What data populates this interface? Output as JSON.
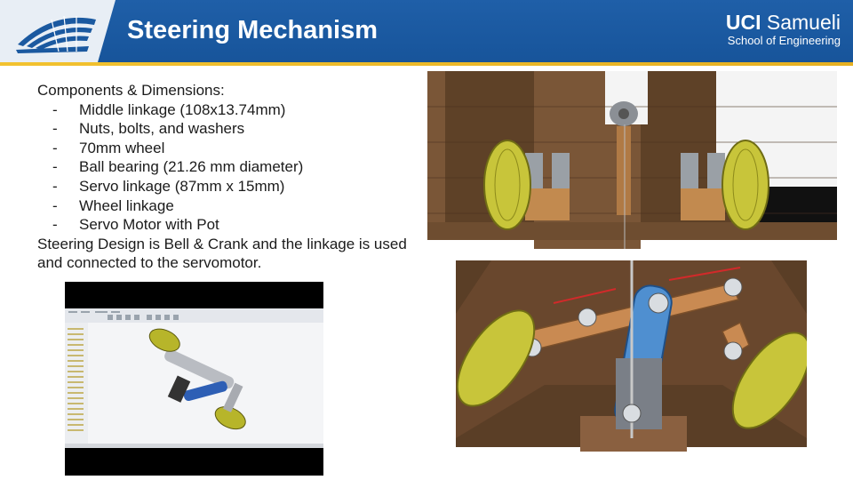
{
  "header": {
    "title": "Steering Mechanism",
    "logo_right_bold": "UCI",
    "logo_right_name": "Samueli",
    "logo_right_sub": "School of Engineering"
  },
  "content": {
    "heading": "Components & Dimensions:",
    "bullets": [
      "Middle linkage (108x13.74mm)",
      "Nuts, bolts, and washers",
      "70mm wheel",
      "Ball bearing (21.26 mm diameter)",
      "Servo linkage (87mm x 15mm)",
      "Wheel linkage",
      "Servo Motor with Pot"
    ],
    "bullet_marker": "-",
    "note": "Steering Design is Bell & Crank and the linkage is used and connected to the servomotor."
  },
  "colors": {
    "header_blue": "#1b59a0",
    "accent_gold": "#f2c230",
    "wheel_yellow": "#c9c93a",
    "wood": "#6b4a2e",
    "link_blue": "#3d7ec2"
  },
  "images": {
    "cad": "cad-software-screenshot",
    "front": "front-view-render",
    "top": "top-view-render"
  }
}
